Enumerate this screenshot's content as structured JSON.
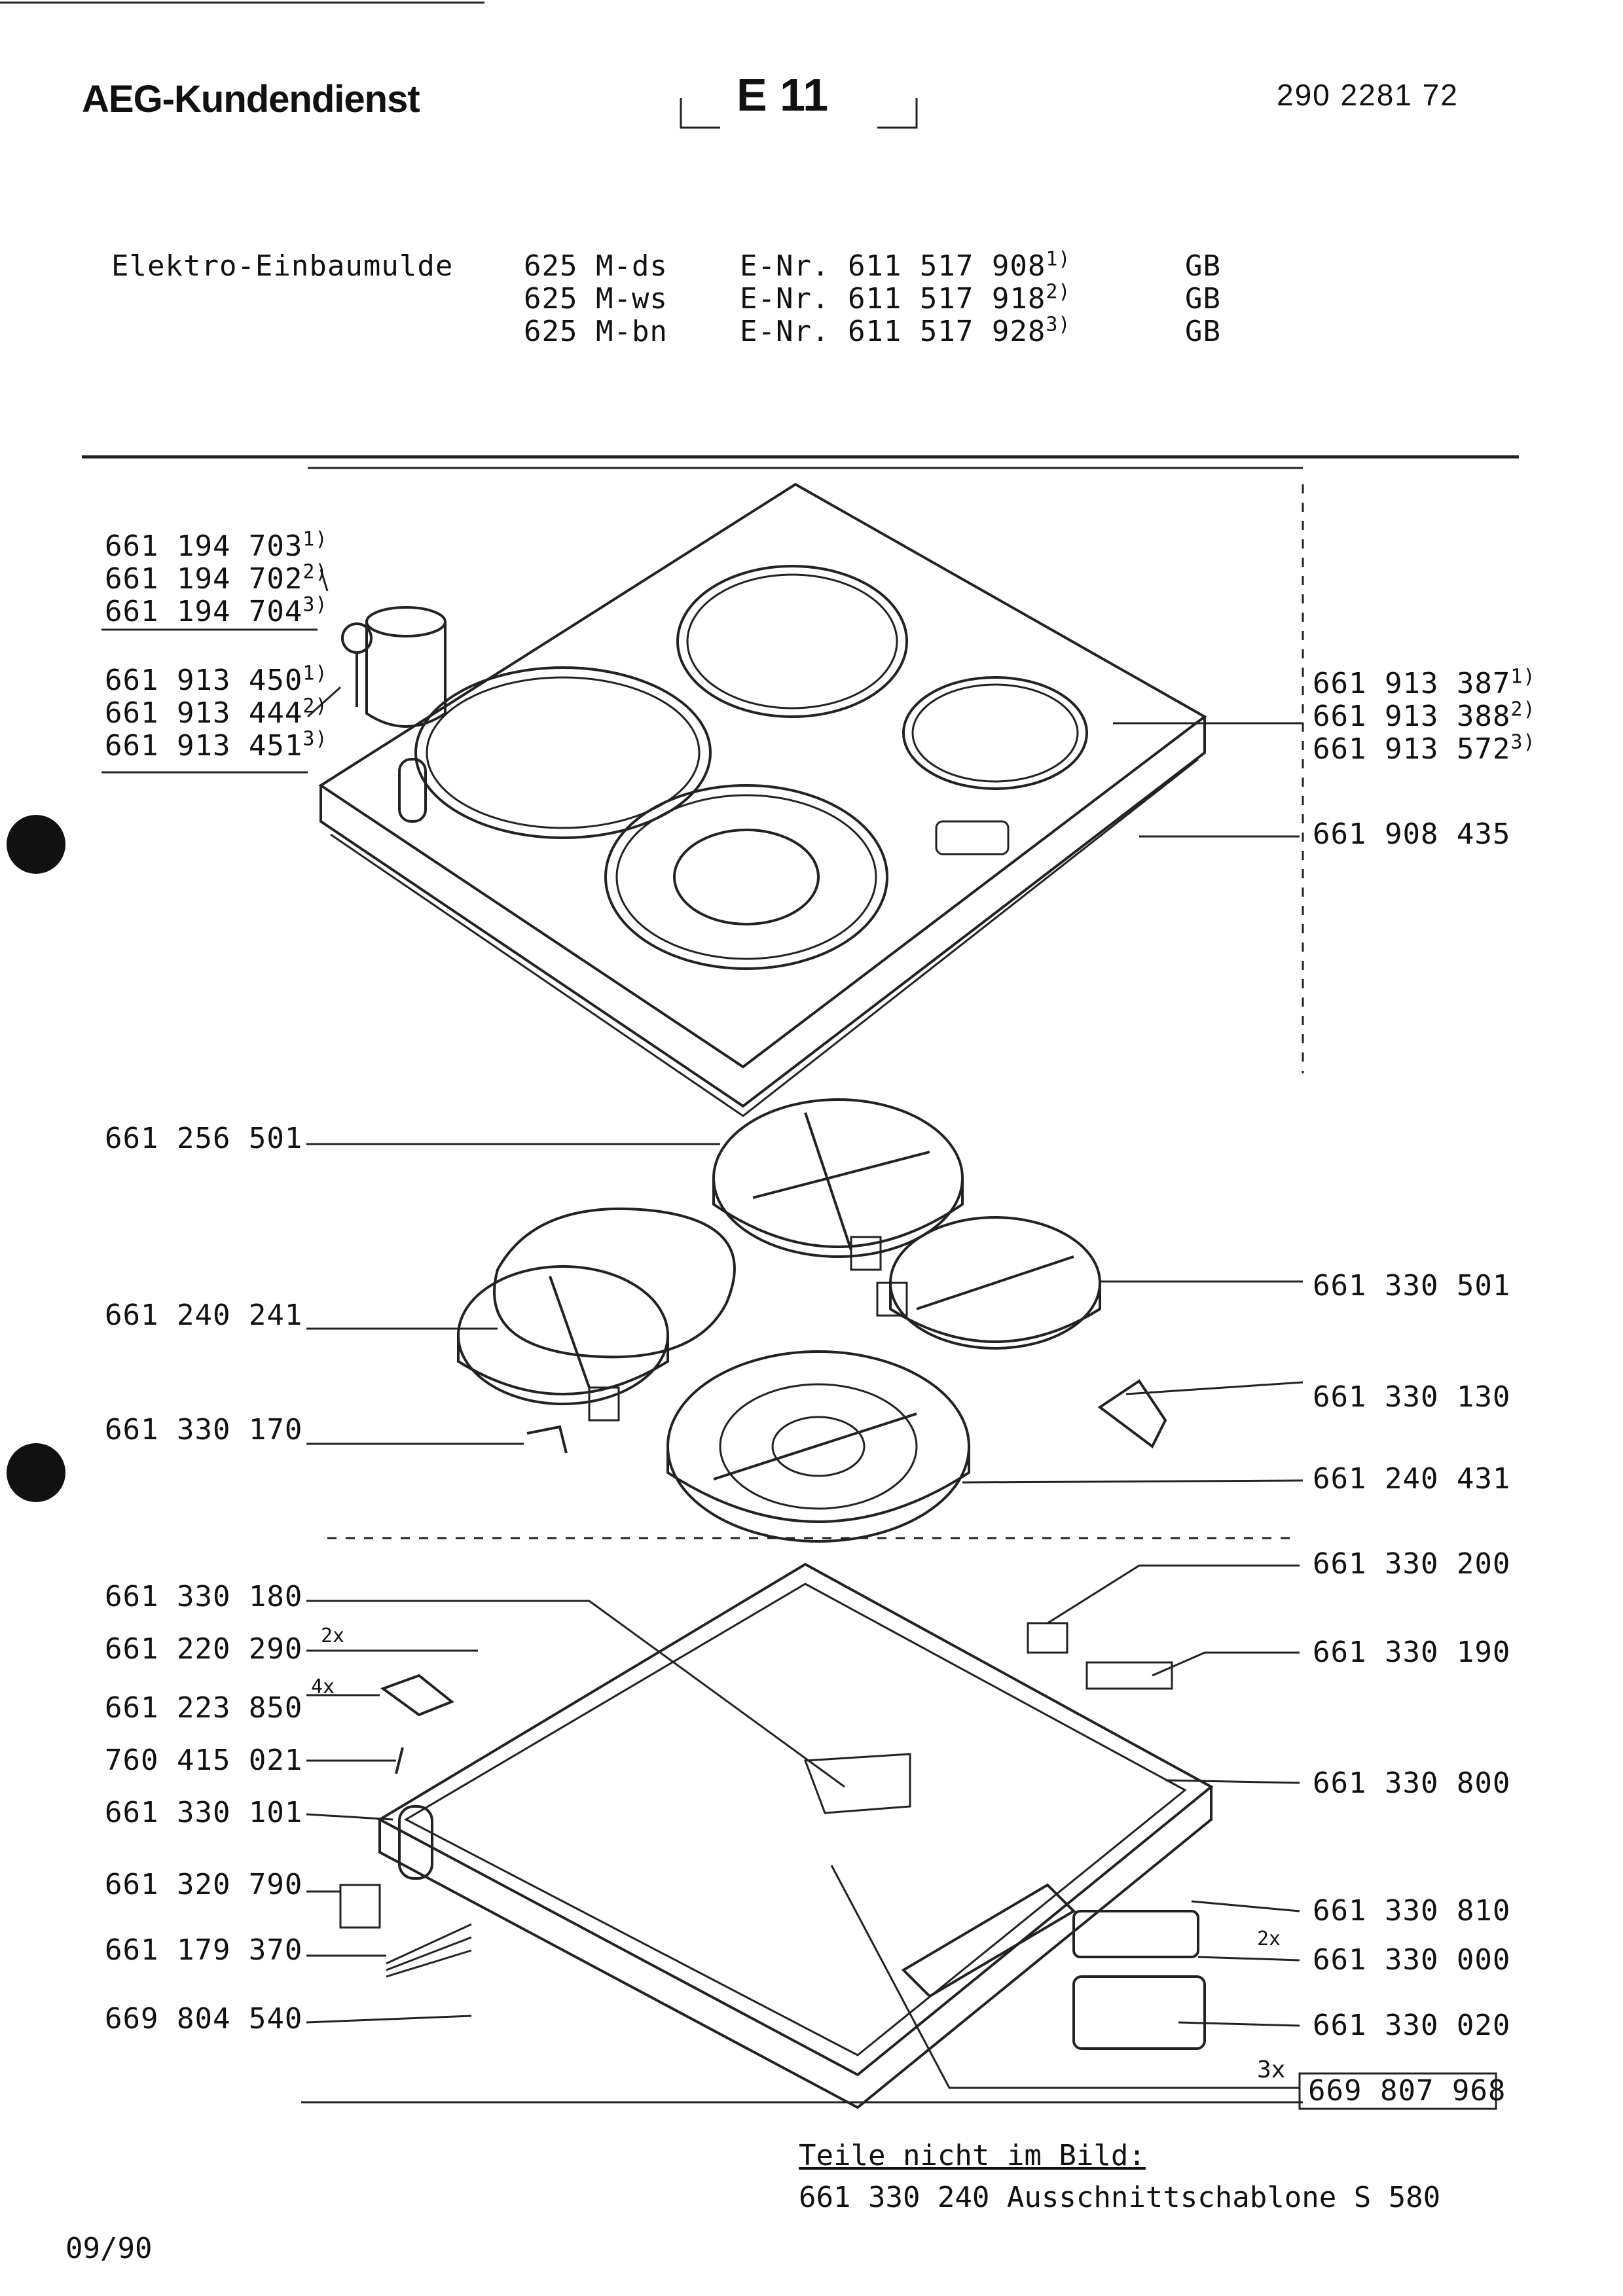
{
  "header": {
    "brand": "AEG-Kundendienst",
    "sheet": "E 11",
    "doc_number": "290 2281 72"
  },
  "models": {
    "product": "Elektro-Einbaumulde",
    "rows": [
      {
        "model": "625 M-ds",
        "enr": "E-Nr. 611 517 908",
        "note": "1)",
        "country": "GB"
      },
      {
        "model": "625 M-ws",
        "enr": "E-Nr. 611 517 918",
        "note": "2)",
        "country": "GB"
      },
      {
        "model": "625 M-bn",
        "enr": "E-Nr. 611 517 928",
        "note": "3)",
        "country": "GB"
      }
    ]
  },
  "parts_left": [
    {
      "pn": "661 194 703",
      "note": "1)"
    },
    {
      "pn": "661 194 702",
      "note": "2)"
    },
    {
      "pn": "661 194 704",
      "note": "3)"
    },
    {
      "pn": "661 913 450",
      "note": "1)"
    },
    {
      "pn": "661 913 444",
      "note": "2)"
    },
    {
      "pn": "661 913 451",
      "note": "3)"
    },
    {
      "pn": "661 256 501",
      "note": ""
    },
    {
      "pn": "661 240 241",
      "note": ""
    },
    {
      "pn": "661 330 170",
      "note": ""
    },
    {
      "pn": "661 330 180",
      "note": ""
    },
    {
      "pn": "661 220 290",
      "note": "",
      "qty": "2x"
    },
    {
      "pn": "661 223 850",
      "note": "",
      "qty": "4x"
    },
    {
      "pn": "760 415 021",
      "note": ""
    },
    {
      "pn": "661 330 101",
      "note": ""
    },
    {
      "pn": "661 320 790",
      "note": ""
    },
    {
      "pn": "661 179 370",
      "note": ""
    },
    {
      "pn": "669 804 540",
      "note": ""
    }
  ],
  "parts_right": [
    {
      "pn": "661 913 387",
      "note": "1)"
    },
    {
      "pn": "661 913 388",
      "note": "2)"
    },
    {
      "pn": "661 913 572",
      "note": "3)"
    },
    {
      "pn": "661 908 435",
      "note": ""
    },
    {
      "pn": "661 330 501",
      "note": ""
    },
    {
      "pn": "661 330 130",
      "note": ""
    },
    {
      "pn": "661 240 431",
      "note": ""
    },
    {
      "pn": "661 330 200",
      "note": ""
    },
    {
      "pn": "661 330 190",
      "note": ""
    },
    {
      "pn": "661 330 800",
      "note": ""
    },
    {
      "pn": "661 330 810",
      "note": ""
    },
    {
      "pn": "661 330 000",
      "note": "",
      "qty": "2x"
    },
    {
      "pn": "661 330 020",
      "note": ""
    },
    {
      "pn": "669 807 968",
      "note": "",
      "qty": "3x"
    }
  ],
  "footer": {
    "heading": "Teile nicht im Bild:",
    "line": "661 330 240 Ausschnittschablone S 580",
    "date": "09/90"
  }
}
